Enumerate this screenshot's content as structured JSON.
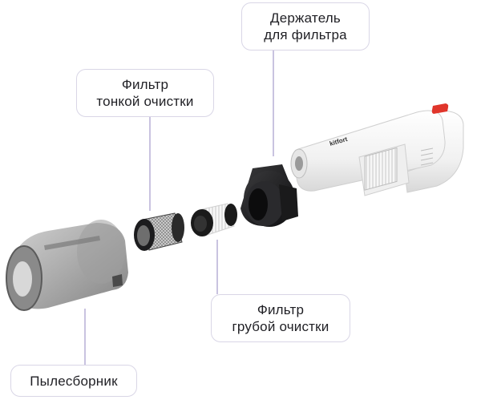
{
  "labels": {
    "filter_holder": {
      "line1": "Держатель",
      "line2": "для фильтра"
    },
    "fine_filter": {
      "line1": "Фильтр",
      "line2": "тонкой очистки"
    },
    "coarse_filter": {
      "line1": "Фильтр",
      "line2": "грубой очистки"
    },
    "dust_container": {
      "line1": "Пылесборник"
    }
  },
  "brand_text": "kitfort",
  "colors": {
    "leader_line": "#c9c3e0",
    "callout_border": "#d9d6e6",
    "body_white": "#f4f4f4",
    "accent_red": "#e0352b",
    "dark_part": "#1c1c1e"
  }
}
